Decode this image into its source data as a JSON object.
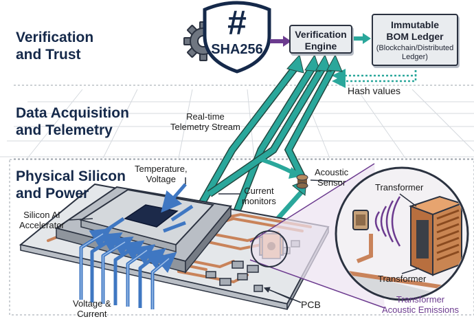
{
  "layers": [
    {
      "title": "Verification\nand Trust"
    },
    {
      "title": "Data Acquisition\nand Telemetry"
    },
    {
      "title": "Physical Silicon\nand Power"
    }
  ],
  "shield": {
    "hash_symbol": "#",
    "label": "SHA256"
  },
  "verification_engine": {
    "label": "Verification\nEngine"
  },
  "ledger": {
    "title": "Immutable\nBOM Ledger",
    "subtitle": "(Blockchain/Distributed\nLedger)"
  },
  "labels": {
    "hash_values": "Hash values",
    "telemetry_stream": "Real-time\nTelemetry Stream",
    "temperature_voltage": "Temperature,\nVoltage",
    "acoustic_sensor": "Acoustic\nSensor",
    "current_monitors": "Current\nmonitors",
    "accelerator": "Silicon AI\nAccelerator",
    "transformer_top": "Transformer",
    "transformer_bottom": "Transformer",
    "acoustic_emissions": "Transformer\nAcoustic Emissions",
    "pcb": "PCB",
    "voltage_current": "Voltage &\nCurrent"
  },
  "colors": {
    "teal": "#2aa79b",
    "blue": "#3f77c2",
    "purple": "#6c3b8f",
    "navy": "#15294a",
    "copper": "#c9835a"
  }
}
